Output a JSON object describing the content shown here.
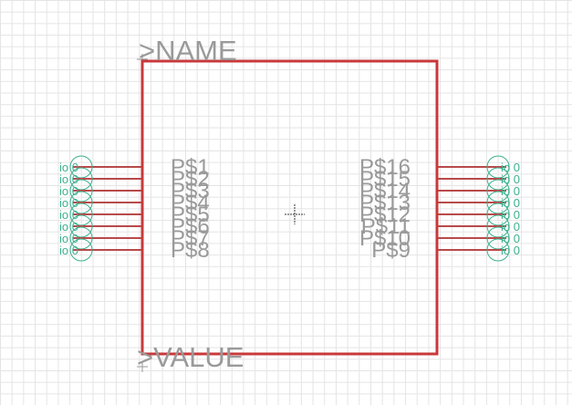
{
  "symbol": {
    "name_label": ">NAME",
    "value_label": ">VALUE",
    "outline_color": "#c8393b",
    "pin_line_color": "#b84a4a",
    "pin_text_color": "#9a9a9a",
    "io_color": "#3bb08f",
    "left_pins": [
      {
        "name": "P$1",
        "io": "io 0"
      },
      {
        "name": "P$2",
        "io": "io 0"
      },
      {
        "name": "P$3",
        "io": "io 0"
      },
      {
        "name": "P$4",
        "io": "io 0"
      },
      {
        "name": "P$5",
        "io": "io 0"
      },
      {
        "name": "P$6",
        "io": "io 0"
      },
      {
        "name": "P$7",
        "io": "io 0"
      },
      {
        "name": "P$8",
        "io": "io 0"
      }
    ],
    "right_pins": [
      {
        "name": "P$16",
        "io": "io 0"
      },
      {
        "name": "P$15",
        "io": "io 0"
      },
      {
        "name": "P$14",
        "io": "io 0"
      },
      {
        "name": "P$13",
        "io": "io 0"
      },
      {
        "name": "P$12",
        "io": "io 0"
      },
      {
        "name": "P$11",
        "io": "io 0"
      },
      {
        "name": "P$10",
        "io": "io 0"
      },
      {
        "name": "P$9",
        "io": "io 0"
      }
    ]
  }
}
